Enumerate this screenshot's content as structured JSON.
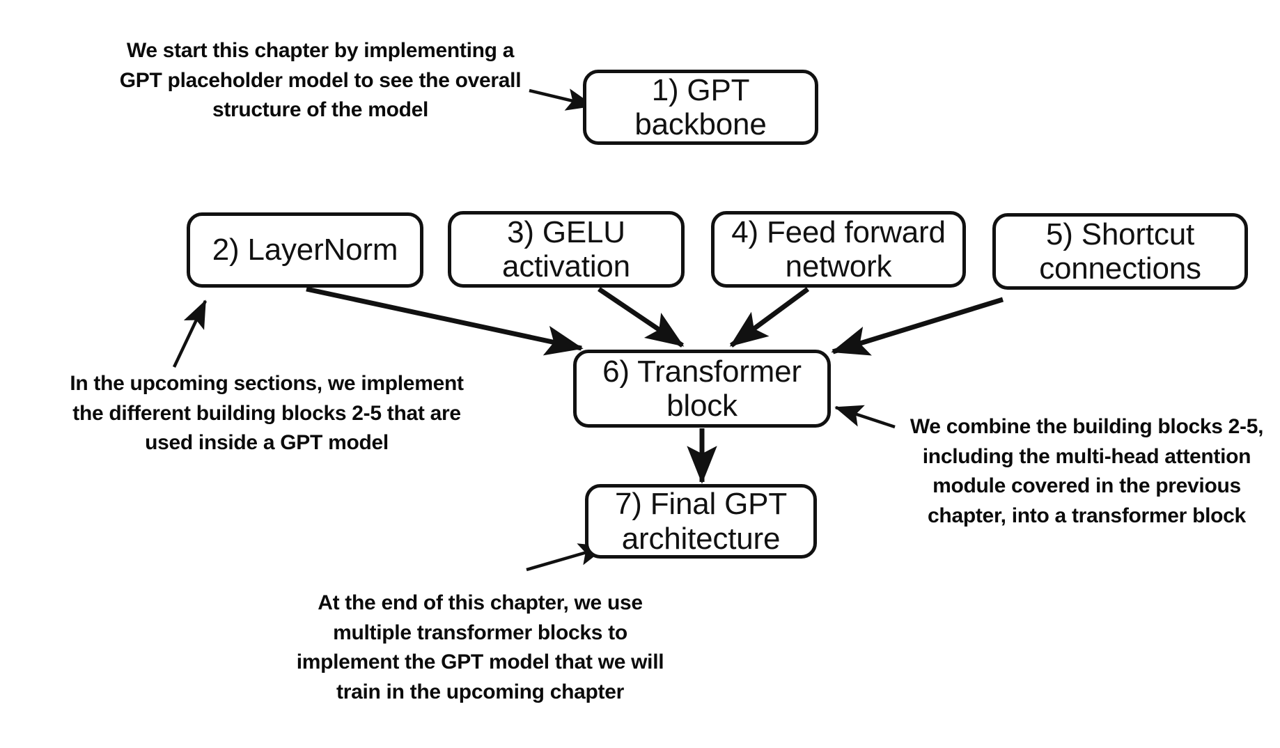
{
  "diagram": {
    "title": "GPT chapter roadmap",
    "background_color": "#ffffff",
    "stroke_color": "#111111",
    "nodes": [
      {
        "id": "gpt-backbone",
        "label": "1) GPT\nbackbone"
      },
      {
        "id": "layernorm",
        "label": "2) LayerNorm"
      },
      {
        "id": "gelu-activation",
        "label": "3) GELU\nactivation"
      },
      {
        "id": "feed-forward",
        "label": "4) Feed forward\nnetwork"
      },
      {
        "id": "shortcut",
        "label": "5) Shortcut\nconnections"
      },
      {
        "id": "transformer-block",
        "label": "6) Transformer\nblock"
      },
      {
        "id": "final-gpt",
        "label": "7) Final GPT\narchitecture"
      }
    ],
    "annotations": [
      {
        "id": "note-top-left",
        "text": "We start this chapter by implementing a\nGPT placeholder model to see the overall\nstructure of the model"
      },
      {
        "id": "note-left",
        "text": "In the upcoming sections, we implement\nthe different building blocks 2-5 that are\nused inside a GPT model"
      },
      {
        "id": "note-right",
        "text": "We combine the building blocks 2-5,\nincluding the multi-head attention\nmodule covered in the previous\nchapter, into a transformer block"
      },
      {
        "id": "note-bottom",
        "text": "At the end of this chapter, we use\nmultiple transformer blocks to\nimplement the GPT model that we will\ntrain in the upcoming chapter"
      }
    ],
    "edges": [
      {
        "from": "note-top-left",
        "to": "gpt-backbone"
      },
      {
        "from": "layernorm",
        "to": "transformer-block"
      },
      {
        "from": "gelu-activation",
        "to": "transformer-block"
      },
      {
        "from": "feed-forward",
        "to": "transformer-block"
      },
      {
        "from": "shortcut",
        "to": "transformer-block"
      },
      {
        "from": "transformer-block",
        "to": "final-gpt"
      },
      {
        "from": "note-left",
        "to": "layernorm"
      },
      {
        "from": "note-right",
        "to": "transformer-block"
      },
      {
        "from": "note-bottom",
        "to": "final-gpt"
      }
    ]
  }
}
